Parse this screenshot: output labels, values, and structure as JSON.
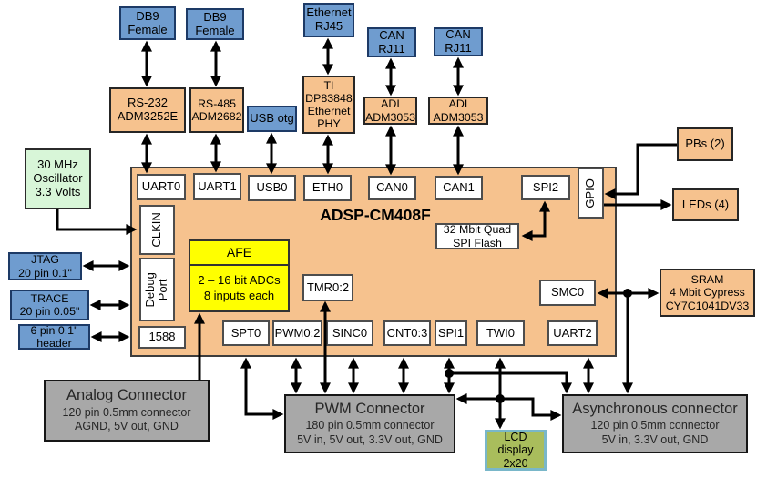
{
  "colors": {
    "peripheral_blue": "#6f9ccf",
    "module_orange": "#f6c28e",
    "oscillator_green": "#d8f6d8",
    "afe_yellow": "#ffff00",
    "connector_gray": "#a8a8a8",
    "lcd_green": "#a9bd5c",
    "lcd_border_teal": "#79b7c9",
    "wire_black": "#000000"
  },
  "chip": {
    "title": "ADSP-CM408F"
  },
  "boxes": {
    "db9_a": [
      "DB9",
      "Female"
    ],
    "db9_b": [
      "DB9",
      "Female"
    ],
    "eth_rj45": [
      "Ethernet",
      "RJ45"
    ],
    "can_rj11_a": [
      "CAN",
      "RJ11"
    ],
    "can_rj11_b": [
      "CAN",
      "RJ11"
    ],
    "rs232": [
      "RS-232",
      "ADM3252E"
    ],
    "rs485": [
      "RS-485",
      "ADM2682"
    ],
    "usb_otg": [
      "USB otg"
    ],
    "phy": [
      "TI",
      "DP83848",
      "Ethernet",
      "PHY"
    ],
    "adm3053_a": [
      "ADI",
      "ADM3053"
    ],
    "adm3053_b": [
      "ADI",
      "ADM3053"
    ],
    "osc": [
      "30 MHz",
      "Oscillator",
      "3.3 Volts"
    ],
    "jtag": [
      "JTAG",
      "20 pin 0.1\""
    ],
    "trace": [
      "TRACE",
      "20 pin 0.05\""
    ],
    "header6": [
      "6 pin 0.1\"",
      "header"
    ],
    "pbs": [
      "PBs (2)"
    ],
    "leds": [
      "LEDs (4)"
    ],
    "sram": [
      "SRAM",
      "4 Mbit Cypress",
      "CY7C1041DV33"
    ],
    "flash": [
      "32 Mbit Quad",
      "SPI Flash"
    ],
    "afe_title": "AFE",
    "afe_body": [
      "2 – 16 bit ADCs",
      "8 inputs each"
    ],
    "lcd": [
      "LCD",
      "display",
      "2x20"
    ]
  },
  "ports": {
    "uart0": "UART0",
    "uart1": "UART1",
    "usb0": "USB0",
    "eth0": "ETH0",
    "can0": "CAN0",
    "can1": "CAN1",
    "spi2": "SPI2",
    "gpio": "GPIO",
    "clkin": "CLKIN",
    "debug": [
      "Debug",
      "Port"
    ],
    "p1588": "1588",
    "tmr": "TMR0:2",
    "smc0": "SMC0",
    "spt0": "SPT0",
    "pwm": "PWM0:2",
    "sinc0": "SINC0",
    "cnt": "CNT0:3",
    "spi1": "SPI1",
    "twi0": "TWI0",
    "uart2": "UART2"
  },
  "connectors": {
    "analog": {
      "title": "Analog Connector",
      "lines": [
        "120 pin 0.5mm connector",
        "AGND, 5V out, GND"
      ]
    },
    "pwm": {
      "title": "PWM Connector",
      "lines": [
        "180 pin 0.5mm connector",
        "5V in, 5V out, 3.3V out, GND"
      ]
    },
    "async": {
      "title": "Asynchronous connector",
      "lines": [
        "120 pin 0.5mm connector",
        "5V in, 3.3V out, GND"
      ]
    }
  },
  "connections": [
    "DB9 Female ↔ RS-232 ADM3252E",
    "RS-232 ADM3252E ↔ UART0",
    "DB9 Female ↔ RS-485 ADM2682",
    "RS-485 ADM2682 ↔ UART1",
    "USB otg ↔ USB0",
    "Ethernet RJ45 ↔ TI DP83848 Ethernet PHY",
    "TI DP83848 Ethernet PHY ↔ ETH0",
    "CAN RJ11 ↔ ADI ADM3053",
    "ADI ADM3053 ↔ CAN0",
    "ADI ADM3053 ↔ CAN1",
    "30 MHz Oscillator → CLKIN",
    "JTAG ↔ Debug Port",
    "TRACE ↔ Debug Port",
    "6 pin 0.1\" header ↔ 1588",
    "SPI2 ↔ 32 Mbit Quad SPI Flash",
    "PBs (2) → GPIO",
    "GPIO → LEDs (4)",
    "SMC0 ↔ SRAM",
    "SMC0 ↔ Asynchronous connector",
    "Analog Connector → AFE",
    "SPT0 ↔ PWM Connector",
    "PWM0:2 ↔ PWM Connector",
    "TMR0:2 ↔ PWM Connector",
    "SINC0 ↔ PWM Connector",
    "CNT0:3 ↔ PWM Connector",
    "SPI1 ↔ PWM Connector",
    "SPI1 ↔ Asynchronous connector",
    "TWI0 ↔ PWM Connector",
    "TWI0 → LCD display",
    "TWI0 ↔ Asynchronous connector",
    "UART2 ↔ Asynchronous connector"
  ]
}
